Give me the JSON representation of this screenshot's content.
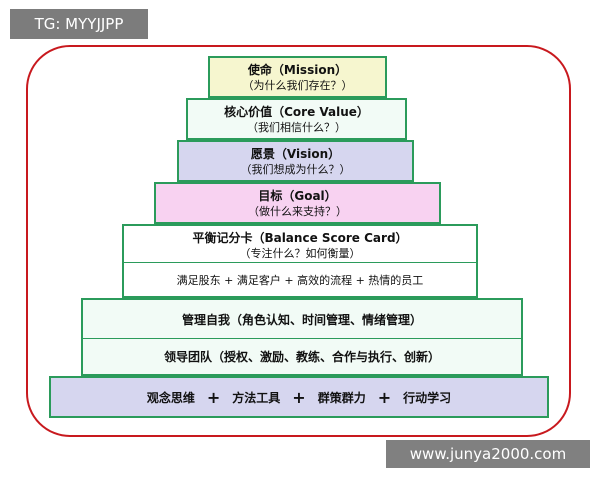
{
  "tag": "TG: MYYJJPP",
  "watermark": "www.junya2000.com",
  "colors": {
    "border_red": "#c8191e",
    "tier_border": "#2b9b5b",
    "mission_fill": "#f6f6cf",
    "value_fill": "#f2fbf6",
    "vision_fill": "#d6d6ef",
    "goal_fill": "#f8d2f1",
    "balance_fill": "#ffffff",
    "self_fill": "#f2fbf6",
    "base_fill": "#d6d6ef"
  },
  "pyramid": {
    "mission": {
      "title": "使命（Mission）",
      "sub": "（为什么我们存在？）"
    },
    "core_value": {
      "title": "核心价值（Core Value）",
      "sub": "（我们相信什么？）"
    },
    "vision": {
      "title": "愿景（Vision）",
      "sub": "（我们想成为什么？）"
    },
    "goal": {
      "title": "目标（Goal）",
      "sub": "（做什么来支持？）"
    },
    "balance": {
      "title": "平衡记分卡（Balance Score Card）",
      "sub": "（专注什么？如何衡量）",
      "line": "满足股东 + 满足客户 + 高效的流程 +  热情的员工"
    },
    "manage": {
      "line1": "管理自我（角色认知、时间管理、情绪管理）",
      "line2": "领导团队（授权、激励、教练、合作与执行、创新）"
    },
    "base": {
      "items": [
        "观念思维",
        "方法工具",
        "群策群力",
        "行动学习"
      ],
      "sep": "+"
    }
  }
}
